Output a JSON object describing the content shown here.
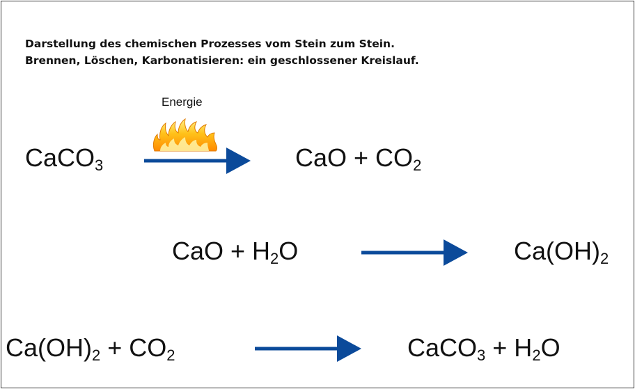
{
  "heading": {
    "line1": "Darstellung des chemischen Prozesses vom Stein zum Stein.",
    "line2": "Brennen, Löschen, Karbonatisieren: ein geschlossener Kreislauf."
  },
  "energy_label": "Energie",
  "reactions": [
    {
      "reactant": [
        {
          "t": "CaCO"
        },
        {
          "sub": "3"
        }
      ],
      "product": [
        {
          "t": "CaO + CO"
        },
        {
          "sub": "2"
        }
      ]
    },
    {
      "reactant": [
        {
          "t": "CaO + H"
        },
        {
          "sub": "2"
        },
        {
          "t": "O"
        }
      ],
      "product": [
        {
          "t": "Ca(OH)"
        },
        {
          "sub": "2"
        }
      ]
    },
    {
      "reactant": [
        {
          "t": "Ca(OH)"
        },
        {
          "sub": "2"
        },
        {
          "t": " + CO"
        },
        {
          "sub": "2"
        }
      ],
      "product": [
        {
          "t": "CaCO"
        },
        {
          "sub": "3"
        },
        {
          "t": " + H"
        },
        {
          "sub": "2"
        },
        {
          "t": "O"
        }
      ]
    }
  ],
  "colors": {
    "arrow": "#0b4a9a",
    "flame_outer": "#f5a623",
    "flame_inner": "#ffe14d",
    "text": "#111111"
  },
  "icons": [
    "flame-icon",
    "arrow-right-icon"
  ]
}
